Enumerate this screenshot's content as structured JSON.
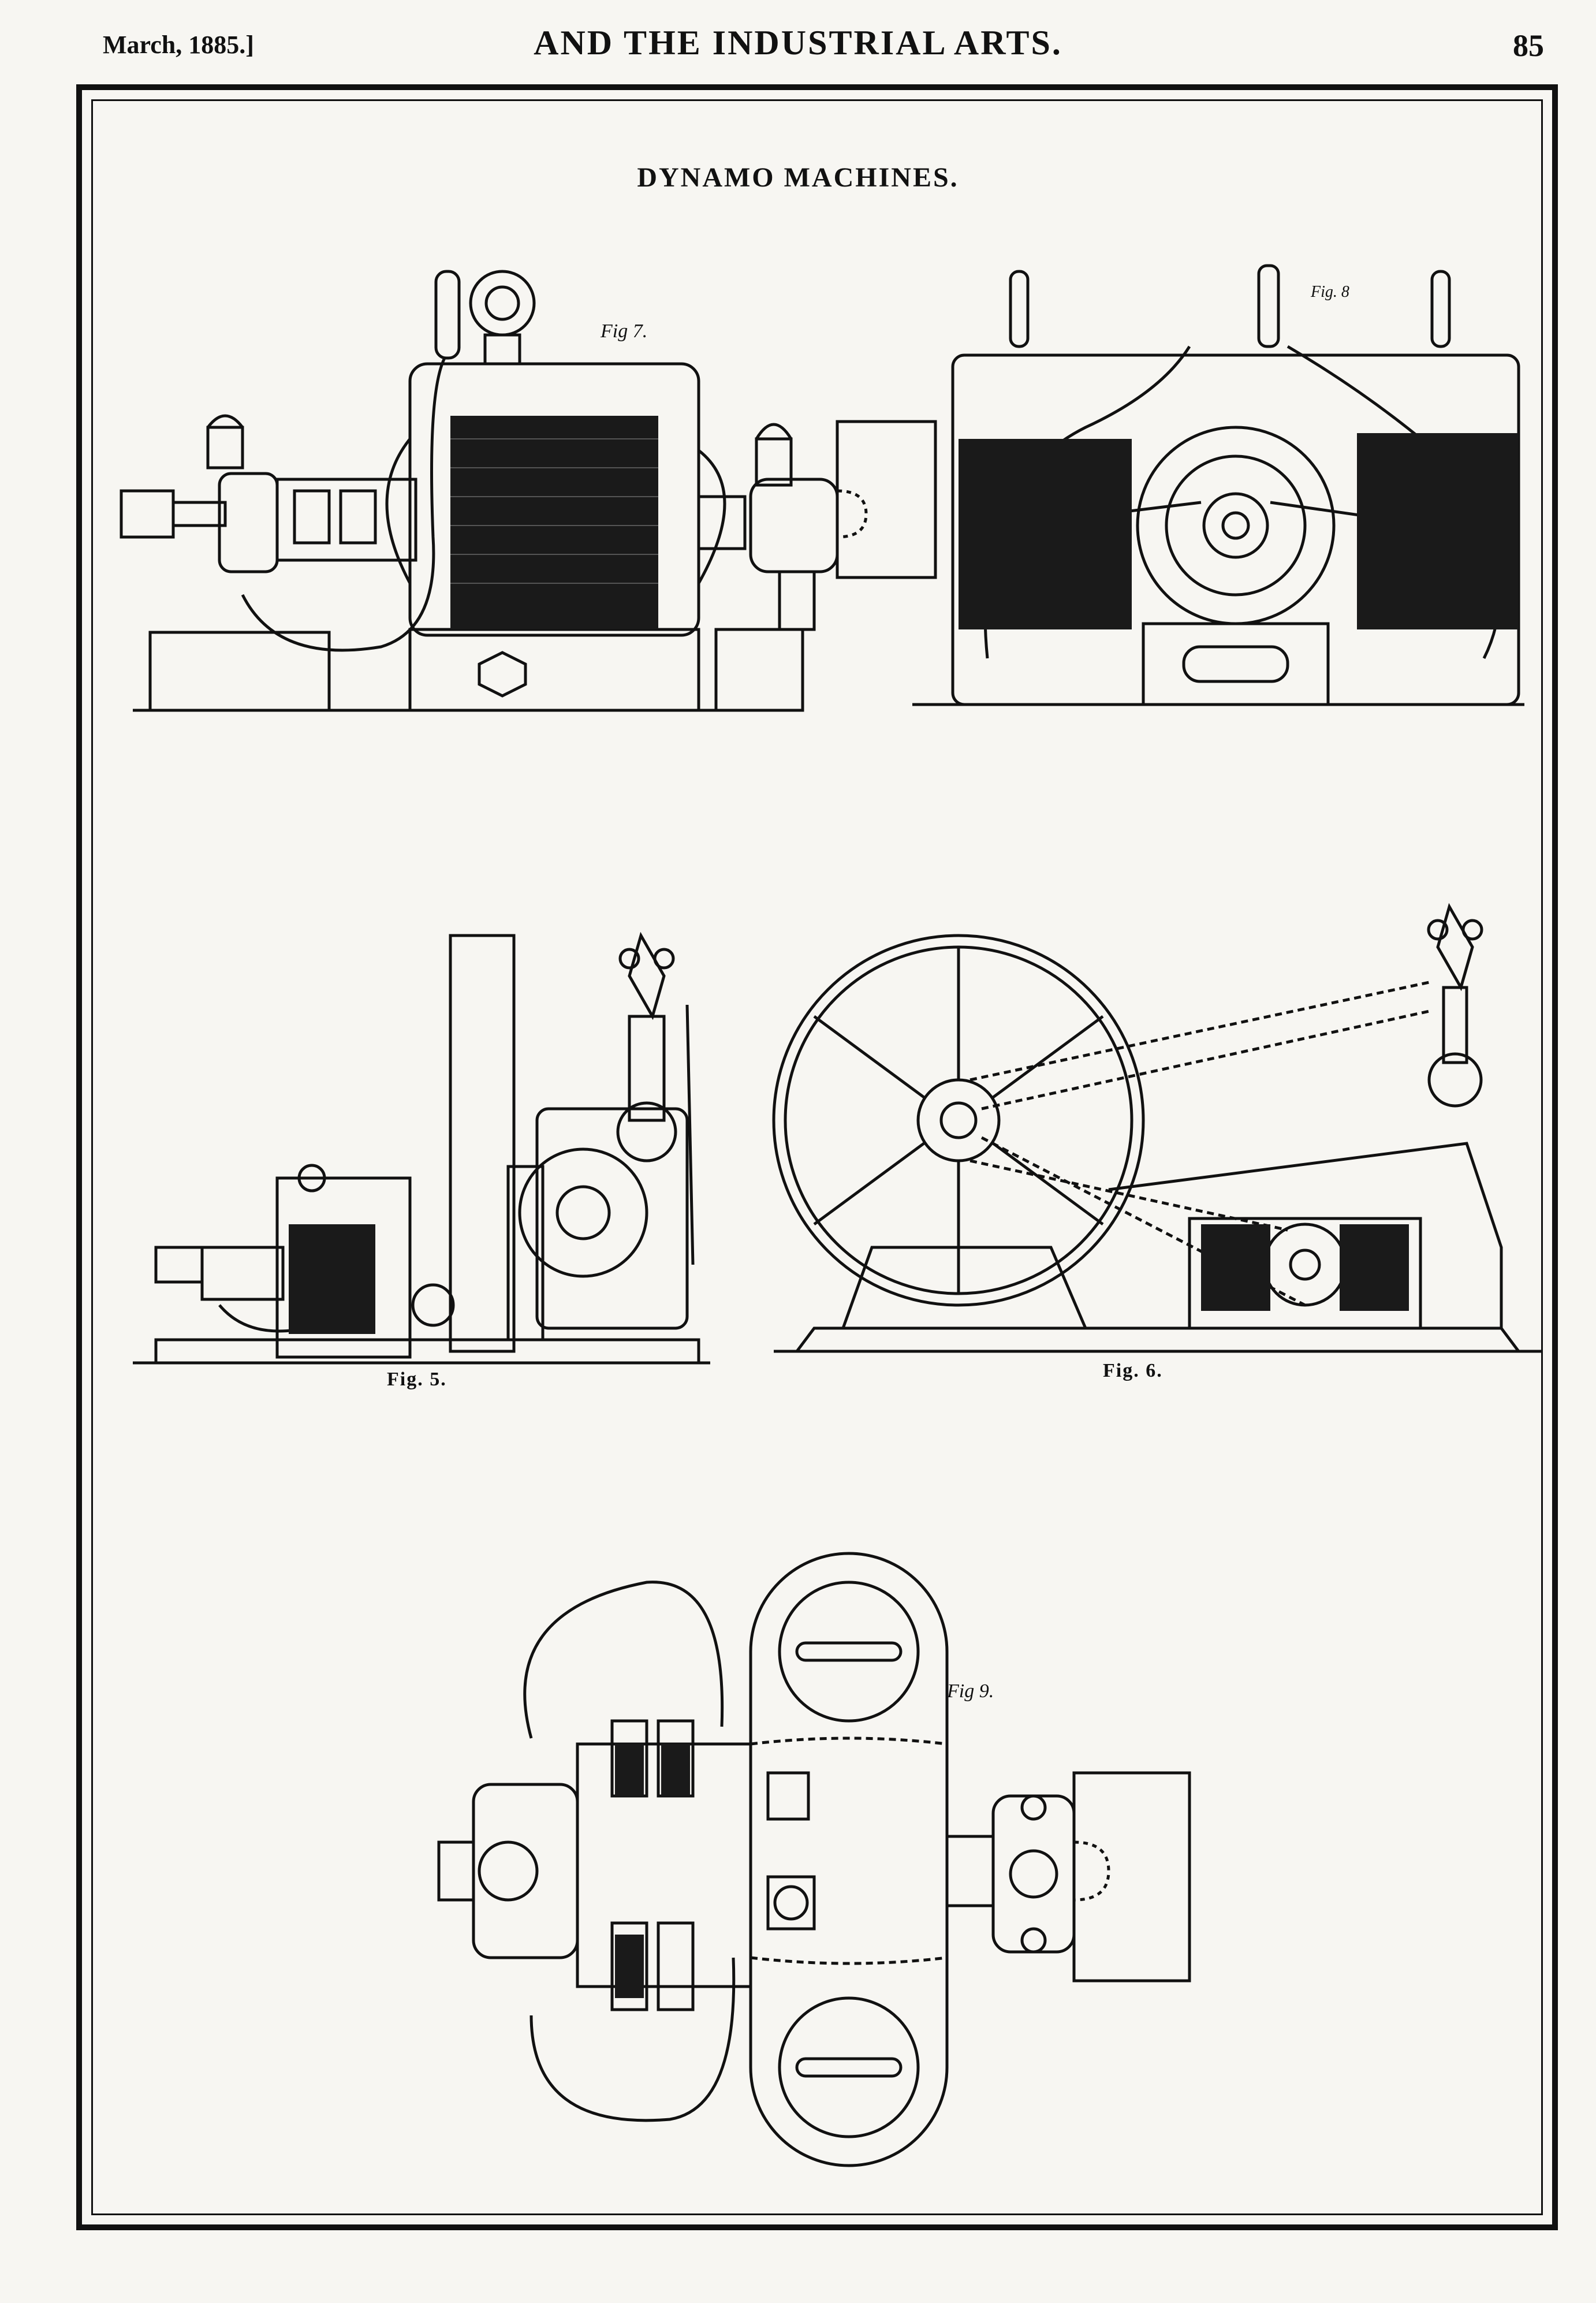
{
  "header": {
    "date": "March, 1885.]",
    "running_title": "AND THE INDUSTRIAL ARTS.",
    "page_number": "85"
  },
  "plate": {
    "title": "DYNAMO MACHINES."
  },
  "figures": [
    {
      "id": "fig7",
      "label": "Fig 7."
    },
    {
      "id": "fig8",
      "label": "Fig. 8"
    },
    {
      "id": "fig5",
      "label": "Fig. 5."
    },
    {
      "id": "fig6",
      "label": "Fig. 6."
    },
    {
      "id": "fig9",
      "label": "Fig 9."
    }
  ]
}
